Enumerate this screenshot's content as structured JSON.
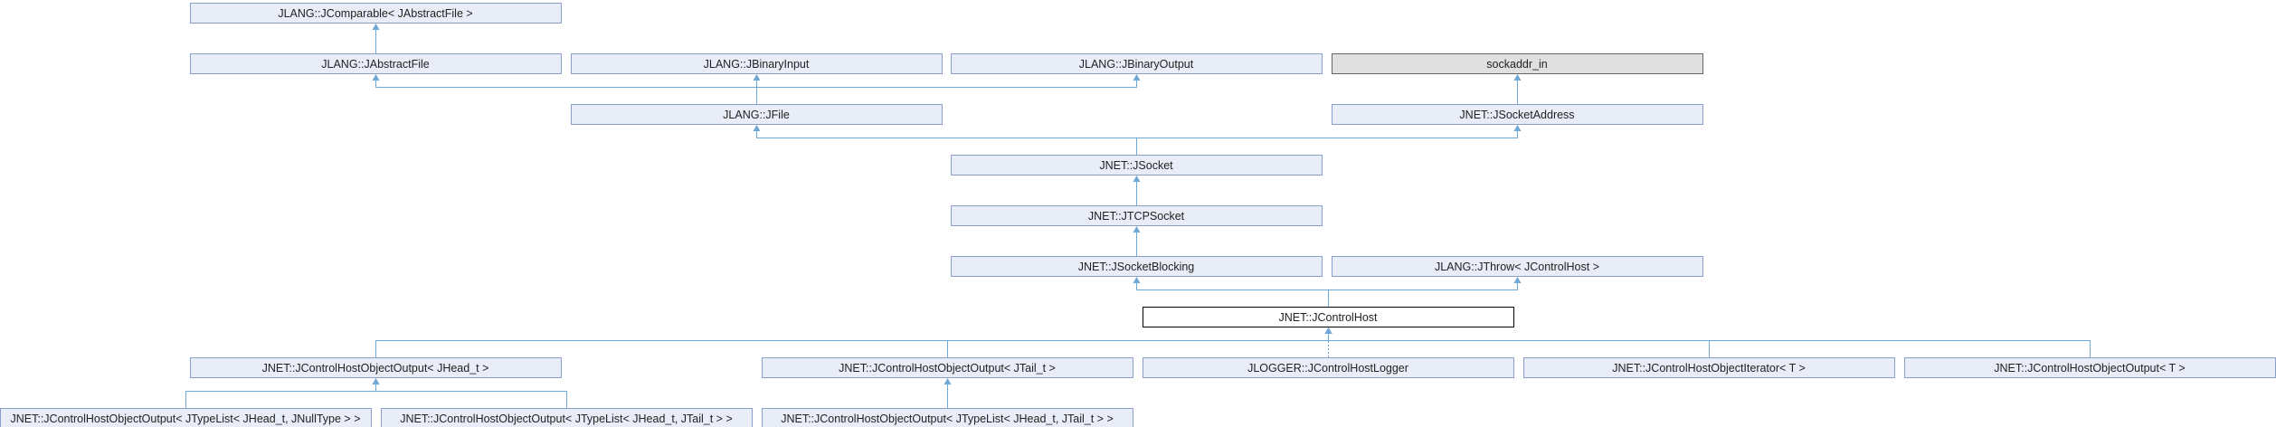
{
  "diagram": {
    "nodes": [
      {
        "id": "jcomparable",
        "label": "JLANG::JComparable< JAbstractFile >",
        "style": "normal"
      },
      {
        "id": "jabstractfile",
        "label": "JLANG::JAbstractFile",
        "style": "normal"
      },
      {
        "id": "jbinaryinput",
        "label": "JLANG::JBinaryInput",
        "style": "normal"
      },
      {
        "id": "jbinaryoutput",
        "label": "JLANG::JBinaryOutput",
        "style": "normal"
      },
      {
        "id": "sockaddr_in",
        "label": "sockaddr_in",
        "style": "external"
      },
      {
        "id": "jfile",
        "label": "JLANG::JFile",
        "style": "normal"
      },
      {
        "id": "jsocketaddress",
        "label": "JNET::JSocketAddress",
        "style": "normal"
      },
      {
        "id": "jsocket",
        "label": "JNET::JSocket",
        "style": "normal"
      },
      {
        "id": "jtcpsocket",
        "label": "JNET::JTCPSocket",
        "style": "normal"
      },
      {
        "id": "jsocketblocking",
        "label": "JNET::JSocketBlocking",
        "style": "normal"
      },
      {
        "id": "jthrow",
        "label": "JLANG::JThrow< JControlHost >",
        "style": "normal"
      },
      {
        "id": "jcontrolhost",
        "label": "JNET::JControlHost",
        "style": "focus"
      },
      {
        "id": "out_jhead",
        "label": "JNET::JControlHostObjectOutput< JHead_t >",
        "style": "normal"
      },
      {
        "id": "out_jtail",
        "label": "JNET::JControlHostObjectOutput< JTail_t >",
        "style": "normal"
      },
      {
        "id": "logger",
        "label": "JLOGGER::JControlHostLogger",
        "style": "normal"
      },
      {
        "id": "iterator",
        "label": "JNET::JControlHostObjectIterator< T >",
        "style": "normal"
      },
      {
        "id": "out_t",
        "label": "JNET::JControlHostObjectOutput< T >",
        "style": "normal"
      },
      {
        "id": "out_tl_nulltype",
        "label": "JNET::JControlHostObjectOutput< JTypeList< JHead_t, JNullType > >",
        "style": "normal"
      },
      {
        "id": "out_tl_jtail_a",
        "label": "JNET::JControlHostObjectOutput< JTypeList< JHead_t, JTail_t > >",
        "style": "normal"
      },
      {
        "id": "out_tl_jtail_b",
        "label": "JNET::JControlHostObjectOutput< JTypeList< JHead_t, JTail_t > >",
        "style": "normal"
      }
    ],
    "edges": [
      {
        "from": "jabstractfile",
        "to": "jcomparable",
        "style": "solid"
      },
      {
        "from": "jfile",
        "to": "jabstractfile",
        "style": "solid"
      },
      {
        "from": "jfile",
        "to": "jbinaryinput",
        "style": "solid"
      },
      {
        "from": "jfile",
        "to": "jbinaryoutput",
        "style": "solid"
      },
      {
        "from": "jsocketaddress",
        "to": "sockaddr_in",
        "style": "solid"
      },
      {
        "from": "jsocket",
        "to": "jfile",
        "style": "solid"
      },
      {
        "from": "jsocket",
        "to": "jsocketaddress",
        "style": "solid"
      },
      {
        "from": "jtcpsocket",
        "to": "jsocket",
        "style": "solid"
      },
      {
        "from": "jsocketblocking",
        "to": "jtcpsocket",
        "style": "solid"
      },
      {
        "from": "jcontrolhost",
        "to": "jsocketblocking",
        "style": "solid"
      },
      {
        "from": "jcontrolhost",
        "to": "jthrow",
        "style": "solid"
      },
      {
        "from": "out_jhead",
        "to": "jcontrolhost",
        "style": "solid"
      },
      {
        "from": "out_jtail",
        "to": "jcontrolhost",
        "style": "solid"
      },
      {
        "from": "logger",
        "to": "jcontrolhost",
        "style": "dotted"
      },
      {
        "from": "iterator",
        "to": "jcontrolhost",
        "style": "solid"
      },
      {
        "from": "out_t",
        "to": "jcontrolhost",
        "style": "solid"
      },
      {
        "from": "out_tl_nulltype",
        "to": "out_jhead",
        "style": "solid"
      },
      {
        "from": "out_tl_jtail_a",
        "to": "out_jhead",
        "style": "solid"
      },
      {
        "from": "out_tl_jtail_b",
        "to": "out_jtail",
        "style": "solid"
      }
    ]
  }
}
